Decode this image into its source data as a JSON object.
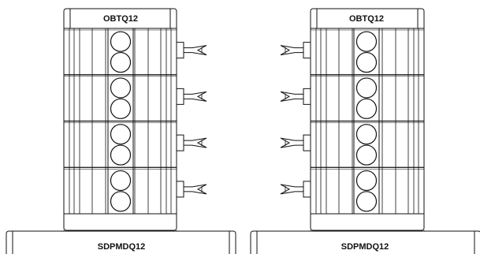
{
  "colors": {
    "line": "#111111",
    "background": "#ffffff"
  },
  "units": [
    {
      "name": "left",
      "module_label": "OBTQ12",
      "base_label": "SDPMDQ12",
      "rows": 4,
      "holes_per_row": 2,
      "connector_side": "right"
    },
    {
      "name": "right",
      "module_label": "OBTQ12",
      "base_label": "SDPMDQ12",
      "rows": 4,
      "holes_per_row": 2,
      "connector_side": "left"
    }
  ]
}
